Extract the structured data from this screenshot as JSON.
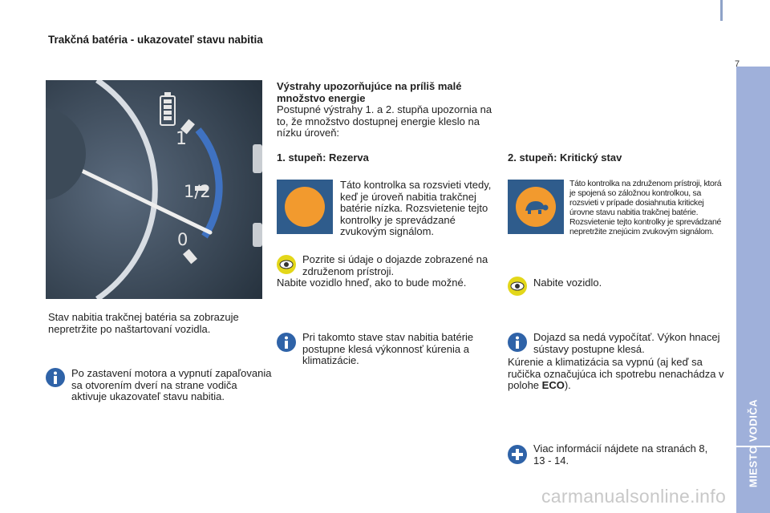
{
  "page": {
    "title": "Trakčná batéria - ukazovateľ stavu nabitia",
    "page_number": "7",
    "section_tab": "MIESTO VODIČA",
    "watermark": "carmanualsonline.info"
  },
  "gauge": {
    "labels": {
      "full": "1",
      "half": "1/2",
      "empty": "0"
    },
    "icon": "battery-icon"
  },
  "left": {
    "status_text": "Stav nabitia trakčnej batéria sa zobrazuje nepretržite po naštartovaní vozidla.",
    "info_text": "Po zastavení motora a vypnutí zapaľovania sa otvorením dverí na strane vodiča aktivuje ukazovateľ stavu nabitia."
  },
  "warnings": {
    "heading": "Výstrahy upozorňujúce na príliš malé množstvo energie",
    "intro": "Postupné výstrahy 1. a 2. stupňa upozornia na to, že množstvo dostupnej energie kleslo na nízku úroveň:"
  },
  "stage1": {
    "heading": "1. stupeň: Rezerva",
    "lamp_color": "#f29a2e",
    "lamp_text": "Táto kontrolka sa rozsvieti vtedy, keď je úroveň nabitia trakčnej batérie nízka. Rozsvietenie tejto kontrolky je sprevádzané zvukovým signálom.",
    "eye_text": "Pozrite si údaje o dojazde zobrazené na združenom prístroji.",
    "action": "Nabite vozidlo hneď, ako to bude možné.",
    "info_text": "Pri takomto stave stav nabitia batérie postupne klesá výkonnosť kúrenia a klimatizácie."
  },
  "stage2": {
    "heading": "2. stupeň: Kritický stav",
    "lamp_color": "#f29a2e",
    "lamp_text": "Táto kontrolka na združenom prístroji, ktorá je spojená so záložnou kontrolkou, sa rozsvieti v prípade dosiahnutia kritickej úrovne stavu nabitia trakčnej batérie. Rozsvietenie tejto kontrolky je sprevádzané nepretržite znejúcim zvukovým signálom.",
    "eye_text": "Nabite vozidlo.",
    "info_text": "Dojazd sa nedá vypočítať. Výkon hnacej sústavy postupne klesá.",
    "hvac_text": "Kúrenie a klimatizácia sa vypnú (aj keď sa ručička označujúca ich spotrebu nenachádza v polohe ",
    "hvac_bold": "ECO",
    "hvac_end": ").",
    "more_text": "Viac informácií nájdete na stranách 8, 13 - 14."
  },
  "colors": {
    "sidebar": "#9fb0da",
    "info_icon": "#2f63a8",
    "eye_icon": "#e3d71a",
    "lamp_bg": "#2f5c8c"
  }
}
